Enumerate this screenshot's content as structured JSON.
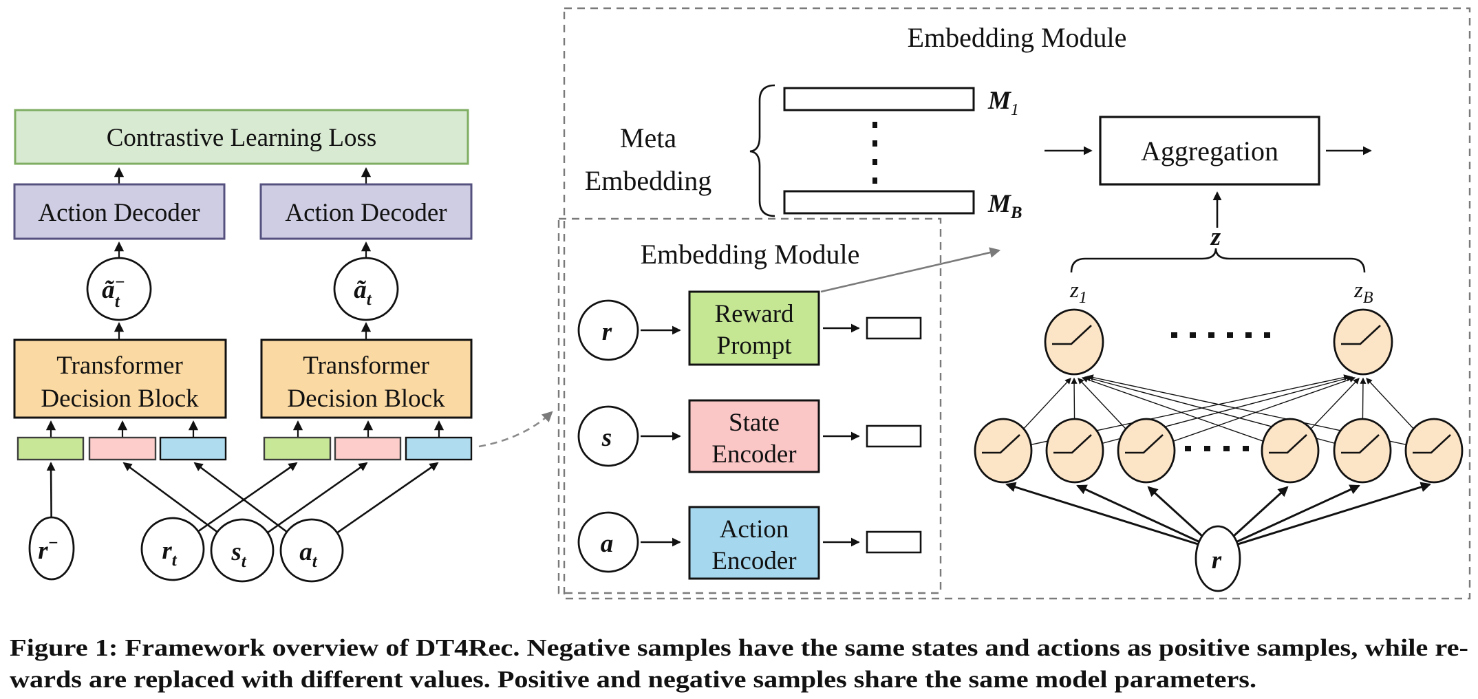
{
  "left_panel": {
    "loss_label": "Contrastive Learning Loss",
    "decoder_label": "Action Decoder",
    "transformer_line1": "Transformer",
    "transformer_line2": "Decision Block"
  },
  "symbols": {
    "a_tilde": "ã",
    "minus": "−",
    "sub_t": "t",
    "r": "r",
    "s": "s",
    "a": "a",
    "z": "z",
    "M": "M",
    "one": "1",
    "B": "B"
  },
  "meta_module": {
    "title": "Embedding Module",
    "brace_label_line1": "Meta",
    "brace_label_line2": "Embedding",
    "aggregation_label": "Aggregation"
  },
  "encoder_module": {
    "title": "Embedding Module",
    "reward_line1": "Reward",
    "reward_line2": "Prompt",
    "state_line1": "State",
    "state_line2": "Encoder",
    "action_line1": "Action",
    "action_line2": "Encoder"
  },
  "caption": {
    "line1": "Figure 1: Framework overview of DT4Rec. Negative samples have the same states and actions as positive samples, while re-",
    "line2": "wards are replaced with different values. Positive and negative samples share the same model parameters."
  },
  "colors": {
    "loss_fill": "#d9ead3",
    "loss_stroke": "#7fae63",
    "decoder_fill": "#cfcde3",
    "decoder_stroke": "#55517f",
    "transformer_fill": "#fbd9a2",
    "token_green": "#c9e897",
    "token_pink": "#fccdcb",
    "token_blue": "#afdcee",
    "encoder_green": "#c5e794",
    "encoder_pink": "#fbc6c6",
    "encoder_blue": "#a5d8ef",
    "neuron_fill": "#fce4c6",
    "dash_gray": "#7a7a7a"
  }
}
